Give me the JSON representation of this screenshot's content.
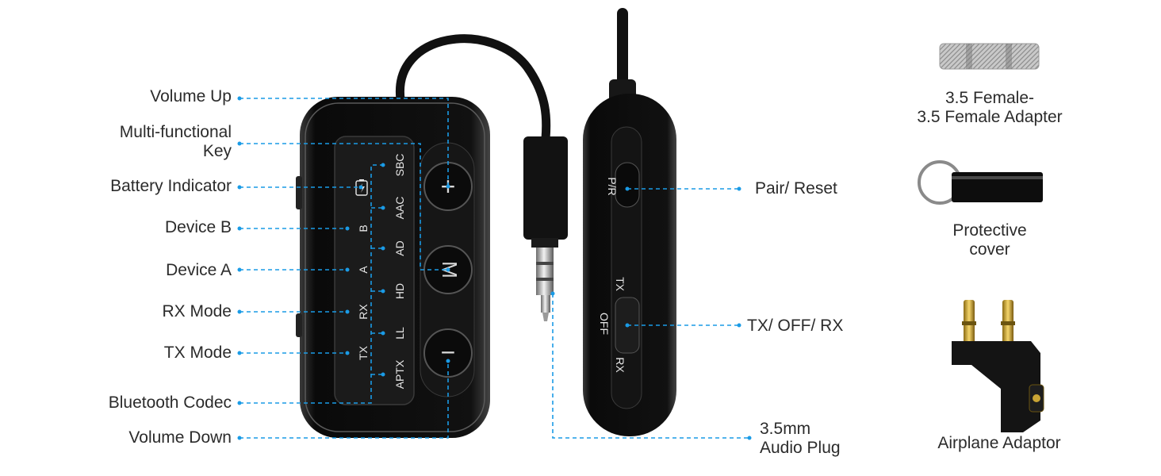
{
  "colors": {
    "callout": "#1a9be6",
    "device": "#0d0d0d",
    "text": "#2b2b2b"
  },
  "labels": {
    "volume_up": "Volume Up",
    "multi_key_1": "Multi-functional",
    "multi_key_2": "Key",
    "battery": "Battery Indicator",
    "device_b": "Device B",
    "device_a": "Device A",
    "rx_mode": "RX Mode",
    "tx_mode": "TX Mode",
    "codec": "Bluetooth Codec",
    "volume_down": "Volume Down",
    "pair_reset": "Pair/ Reset",
    "switch": "TX/ OFF/ RX",
    "plug_1": "3.5mm",
    "plug_2": "Audio Plug"
  },
  "front_panel": {
    "codec_labels": [
      "SBC",
      "AAC",
      "AD",
      "HD",
      "LL",
      "APTX"
    ],
    "mode_labels": [
      "B",
      "A",
      "RX",
      "TX"
    ],
    "buttons": {
      "up": "+",
      "mode": "M",
      "down": "−"
    }
  },
  "side_panel": {
    "pair": "P/R",
    "tx": "TX",
    "off": "OFF",
    "rx": "RX"
  },
  "accessories": [
    {
      "title_1": "3.5 Female-",
      "title_2": "3.5 Female Adapter",
      "icon": "female-adapter-icon"
    },
    {
      "title_1": "Protective",
      "title_2": "cover",
      "icon": "protective-cover-icon"
    },
    {
      "title_1": "Airplane Adaptor",
      "title_2": "",
      "icon": "airplane-adaptor-icon"
    }
  ]
}
